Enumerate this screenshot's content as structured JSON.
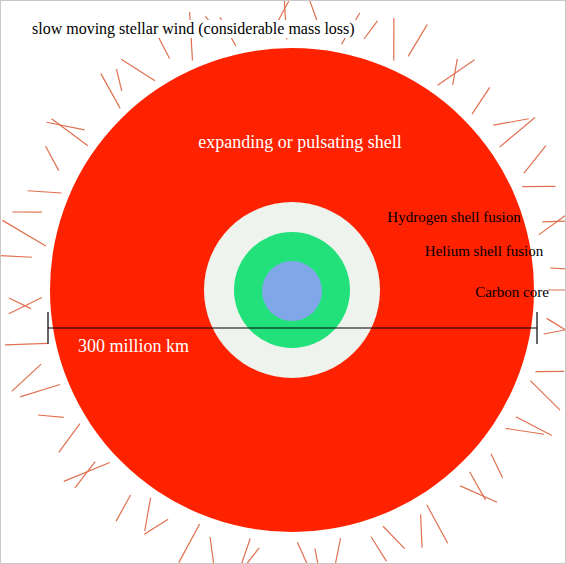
{
  "diagram": {
    "nodes": [
      {
        "text": [
          "expanding or pulsating shell"
        ]
      },
      {
        "text": [
          "Hydrogen shell fusion"
        ],
        "in": 0
      },
      {
        "text": [
          "Helium shell fusion"
        ],
        "in": 1
      },
      {
        "text": [
          "Carbon core"
        ],
        "in": 2
      }
    ],
    "labels": [
      "slow moving stellar wind (considerable mass loss)",
      "300 million km"
    ]
  }
}
